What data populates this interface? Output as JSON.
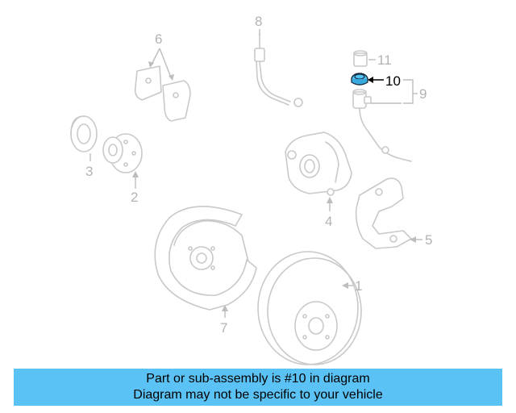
{
  "callouts": {
    "c1": "1",
    "c2": "2",
    "c3": "3",
    "c4": "4",
    "c5": "5",
    "c6": "6",
    "c7": "7",
    "c8": "8",
    "c9": "9",
    "c10": "10",
    "c11": "11"
  },
  "highlighted_part": "10",
  "colors": {
    "banner_background": "#5bc2f5",
    "highlight_part": "#4fc3f7",
    "parts_outline": "#c9c9c9"
  },
  "banner": {
    "line1": "Part or sub-assembly is #10 in diagram",
    "line2": "Diagram may not be specific to your vehicle"
  }
}
